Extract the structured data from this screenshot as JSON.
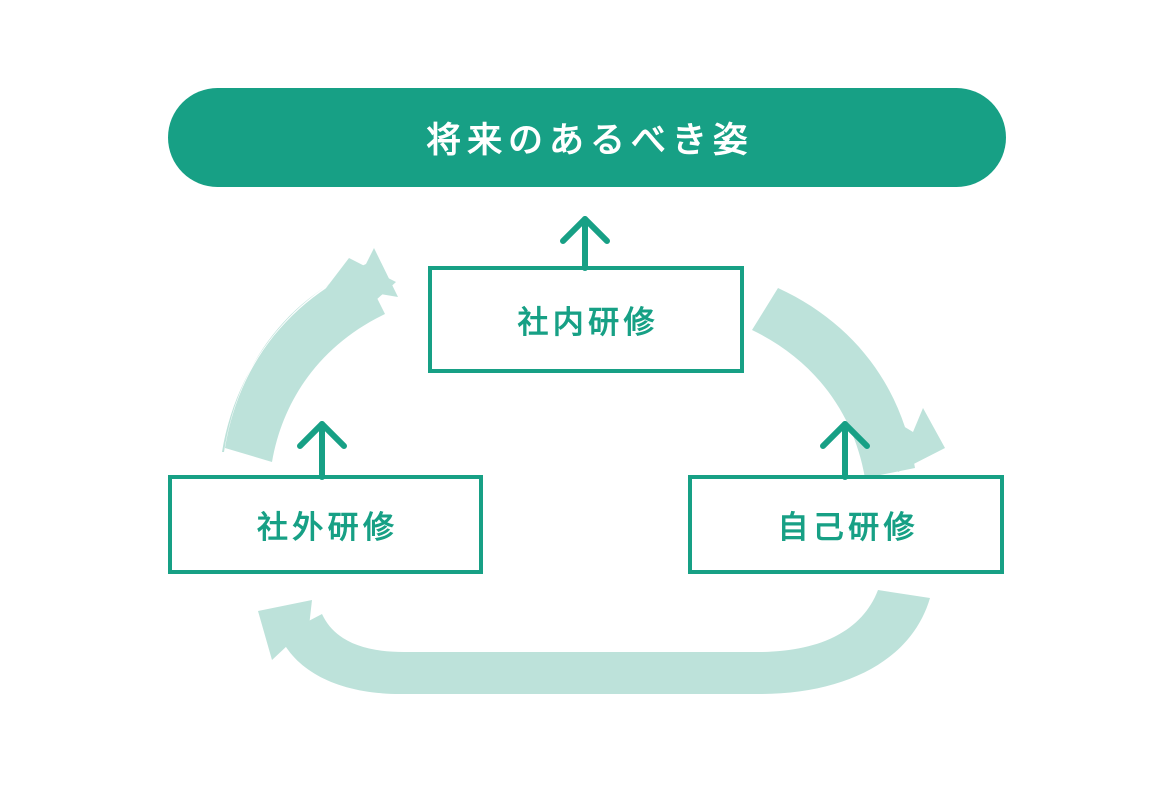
{
  "diagram": {
    "type": "cycle-diagram",
    "background_color": "#ffffff",
    "colors": {
      "primary": "#17a085",
      "primary_light": "#bde2da",
      "text_on_primary": "#ffffff"
    },
    "banner": {
      "label": "将来のあるべき姿",
      "shape": "pill",
      "fill": "#17a085",
      "text_color": "#ffffff"
    },
    "nodes": [
      {
        "id": "internal-training",
        "label": "社内研修",
        "position": "top",
        "shape": "rectangle",
        "border_color": "#17a085",
        "fill": "#ffffff",
        "text_color": "#17a085"
      },
      {
        "id": "external-training",
        "label": "社外研修",
        "position": "left",
        "shape": "rectangle",
        "border_color": "#17a085",
        "fill": "#ffffff",
        "text_color": "#17a085"
      },
      {
        "id": "self-training",
        "label": "自己研修",
        "position": "right",
        "shape": "rectangle",
        "border_color": "#17a085",
        "fill": "#ffffff",
        "text_color": "#17a085"
      }
    ],
    "connectors": [
      {
        "id": "internal-to-banner",
        "from": "internal-training",
        "to": "banner",
        "style": "straight-thin",
        "direction": "up",
        "color": "#17a085"
      },
      {
        "id": "external-to-internal",
        "from": "external-training",
        "to": "internal-training",
        "style": "curved-thick",
        "direction": "up-right",
        "color": "#bde2da"
      },
      {
        "id": "internal-to-self",
        "from": "internal-training",
        "to": "self-training",
        "style": "curved-thick",
        "direction": "down-right",
        "color": "#bde2da"
      },
      {
        "id": "self-to-external",
        "from": "self-training",
        "to": "external-training",
        "style": "curved-thick",
        "direction": "left",
        "color": "#bde2da"
      },
      {
        "id": "external-uptick",
        "from": "external-training",
        "style": "straight-thin",
        "direction": "up",
        "color": "#17a085"
      },
      {
        "id": "self-uptick",
        "from": "self-training",
        "style": "straight-thin",
        "direction": "up",
        "color": "#17a085"
      }
    ]
  }
}
